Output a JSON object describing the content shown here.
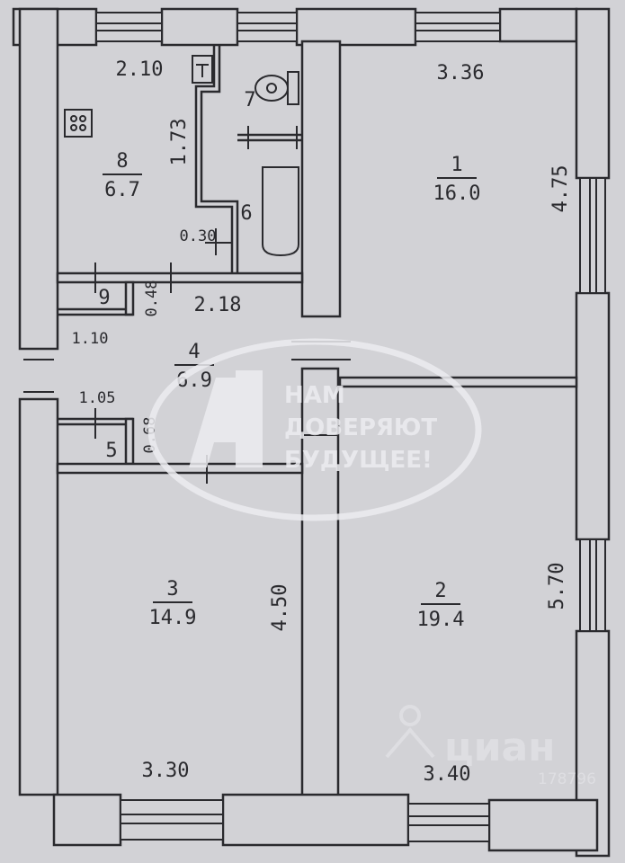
{
  "rooms": [
    {
      "id": "room-1",
      "number": "1",
      "area": "16.0"
    },
    {
      "id": "room-2",
      "number": "2",
      "area": "19.4"
    },
    {
      "id": "room-3",
      "number": "3",
      "area": "14.9"
    },
    {
      "id": "room-4",
      "number": "4",
      "area": "6.9"
    },
    {
      "id": "room-8",
      "number": "8",
      "area": "6.7"
    }
  ],
  "small_rooms": {
    "r5": "5",
    "r6": "6",
    "r7": "7",
    "r9": "9"
  },
  "dimensions": {
    "d_2_10": "2.10",
    "d_1_73": "1.73",
    "d_0_30": "0.30",
    "d_3_36": "3.36",
    "d_4_75": "4.75",
    "d_0_48": "0.48",
    "d_2_18": "2.18",
    "d_1_10": "1.10",
    "d_1_05": "1.05",
    "d_0_68": "0.68",
    "d_4_50": "4.50",
    "d_5_70": "5.70",
    "d_3_30": "3.30",
    "d_3_40": "3.40"
  },
  "watermark": {
    "line1": "НАМ",
    "line2": "ДОВЕРЯЮТ",
    "line3": "БУДУЩЕЕ!",
    "cian_brand": "циан",
    "cian_id": "178796"
  },
  "colors": {
    "paper": "#d2d2d6",
    "line": "#2a2a2e",
    "watermark": "#ececf0"
  }
}
